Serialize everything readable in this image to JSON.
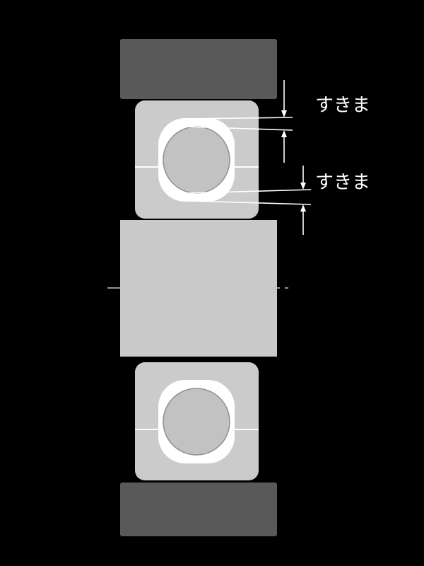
{
  "diagram": {
    "type": "bearing-internal-clearance-cross-section",
    "annotations": {
      "outer_clearance": {
        "label": "すきま"
      },
      "inner_clearance": {
        "label": "すきま"
      }
    },
    "colors": {
      "background": "#000000",
      "housing_dark_gray": "#595959",
      "bearing_ring_gray": "#cbcbcb",
      "ball_gray": "#c2c2c2",
      "shaft_gray": "#c9c9c9",
      "raceway_white": "#ffffff",
      "annotation_white": "#ffffff",
      "centerline_gray": "#c4c4c4"
    }
  }
}
